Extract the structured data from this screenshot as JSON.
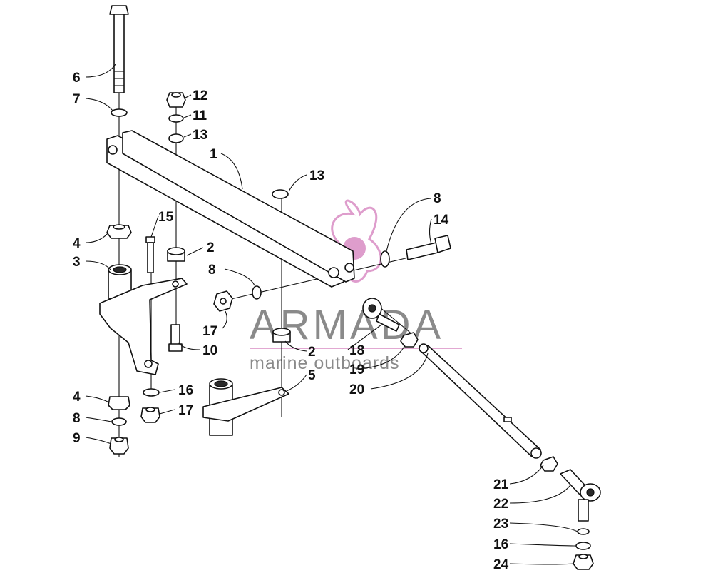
{
  "watermark": {
    "brand": "ARMADA",
    "tagline": "marine outboards",
    "accent_color": "#d98cc4",
    "text_color": "#8a8a8a"
  },
  "callouts": {
    "c1": "1",
    "c2a": "2",
    "c2b": "2",
    "c3": "3",
    "c4a": "4",
    "c4b": "4",
    "c5": "5",
    "c6": "6",
    "c7": "7",
    "c8a": "8",
    "c8b": "8",
    "c8c": "8",
    "c9": "9",
    "c10": "10",
    "c11": "11",
    "c12": "12",
    "c13a": "13",
    "c13b": "13",
    "c14": "14",
    "c15": "15",
    "c16a": "16",
    "c16b": "16",
    "c17a": "17",
    "c17b": "17",
    "c18": "18",
    "c19": "19",
    "c20": "20",
    "c21": "21",
    "c22": "22",
    "c23": "23",
    "c24": "24"
  }
}
